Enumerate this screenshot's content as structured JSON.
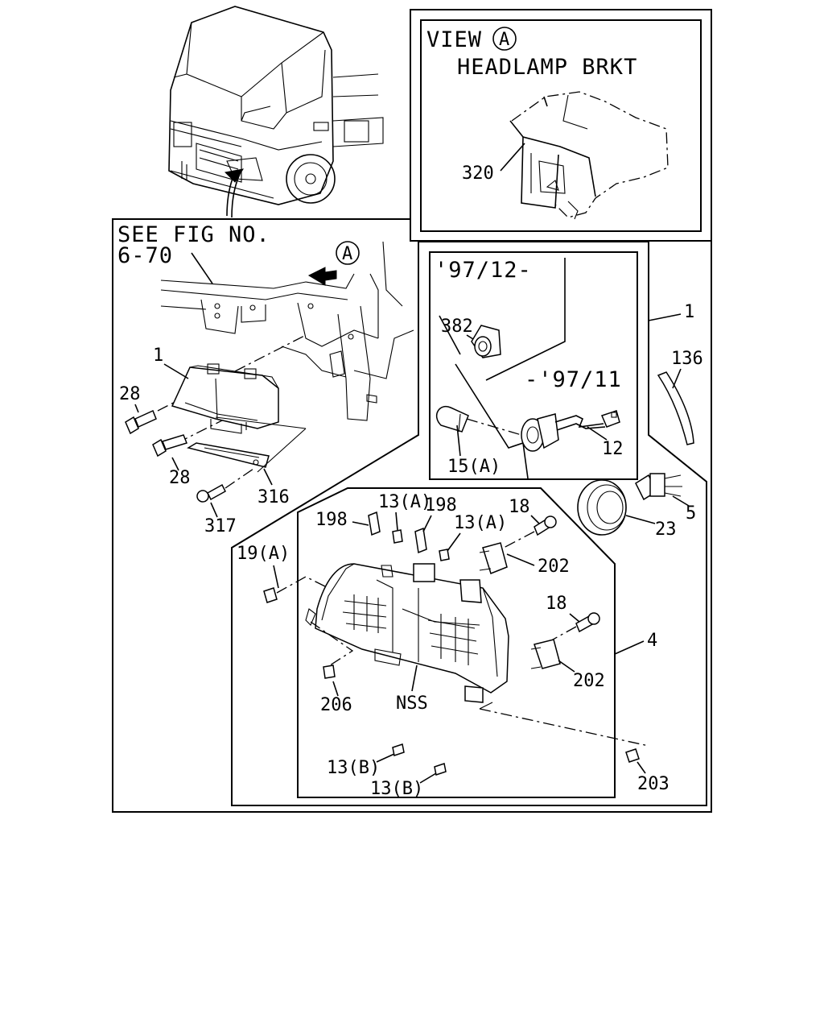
{
  "view_a": {
    "title_prefix": "VIEW",
    "marker": "A",
    "bracket_label": "HEADLAMP BRKT",
    "part_320": "320"
  },
  "main_view": {
    "see_fig_line1": "SEE FIG NO.",
    "see_fig_line2": "6-70",
    "arrow_marker": "A",
    "part_1_left": "1",
    "part_28_top": "28",
    "part_28_bottom": "28",
    "part_316": "316",
    "part_317": "317"
  },
  "bulb_detail": {
    "date_new": "'97/12-",
    "date_old": "-'97/11",
    "part_382": "382",
    "part_12": "12",
    "part_15a": "15(A)",
    "part_1_right": "1",
    "part_136": "136",
    "part_5": "5",
    "part_23": "23"
  },
  "headlamp_assembly": {
    "part_4": "4",
    "part_198_left": "198",
    "part_13a_left": "13(A)",
    "part_198_right": "198",
    "part_13a_right": "13(A)",
    "part_18_top": "18",
    "part_202_top": "202",
    "part_19a": "19(A)",
    "part_18_mid": "18",
    "part_202_bottom": "202",
    "part_206": "206",
    "part_nss": "NSS",
    "part_13b_upper": "13(B)",
    "part_13b_lower": "13(B)",
    "part_203": "203"
  }
}
